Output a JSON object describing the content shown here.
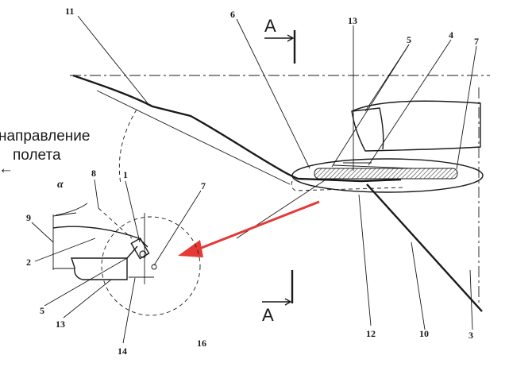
{
  "diagram": {
    "section_label_top": "A",
    "section_label_bottom": "A",
    "direction_text": [
      "направление",
      "полета"
    ],
    "direction_arrow": "←",
    "angle_symbol": "α",
    "labels": {
      "n11": "11",
      "n6": "6",
      "n13_top": "13",
      "n5_top": "5",
      "n4": "4",
      "n7_top": "7",
      "n8": "8",
      "n1": "1",
      "n7_left": "7",
      "n9": "9",
      "n2": "2",
      "n5_left": "5",
      "n13_left": "13",
      "n14": "14",
      "n16": "16",
      "n12": "12",
      "n10": "10",
      "n3": "3"
    },
    "colors": {
      "ink": "#1a1a1a",
      "arrow": "#e53935",
      "hatch": "#8a8a8a"
    }
  }
}
